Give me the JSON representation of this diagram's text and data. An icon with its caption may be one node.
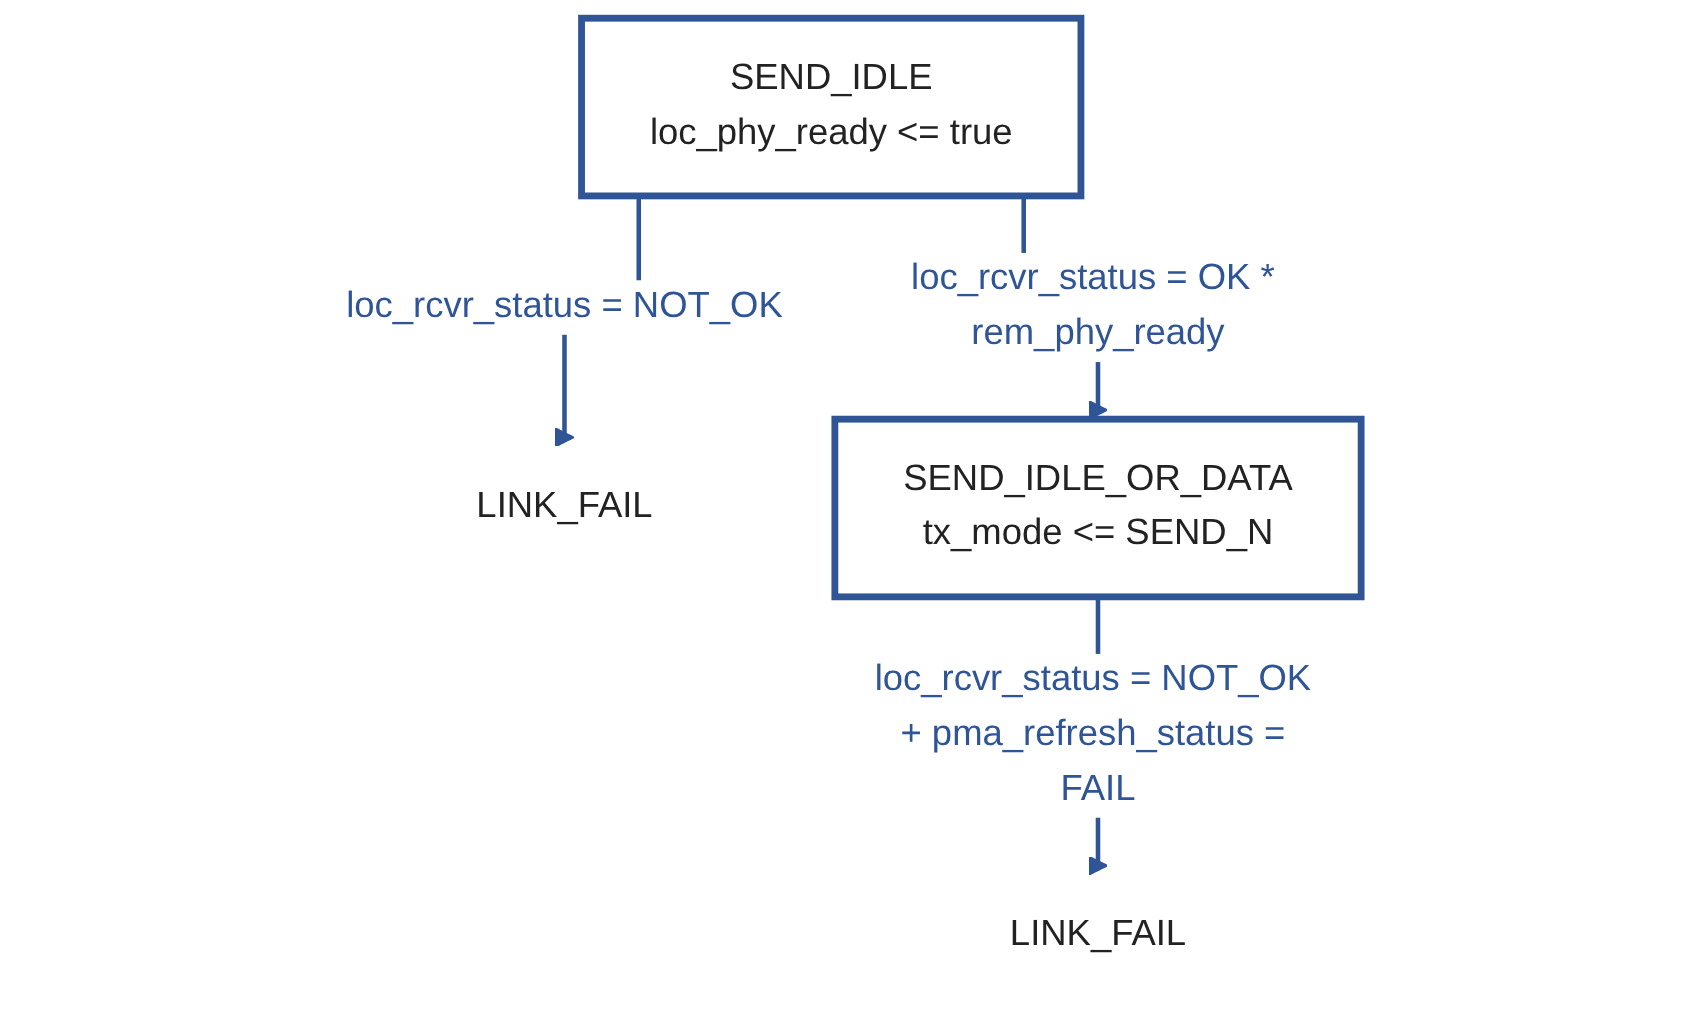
{
  "diagram": {
    "nodes": [
      {
        "text": [
          "SEND_IDLE",
          "loc_phy_ready <= true"
        ]
      },
      {
        "text": [
          "LINK_FAIL"
        ]
      },
      {
        "text": [
          "SEND_IDLE_OR_DATA",
          "tx_mode <= SEND_N"
        ]
      },
      {
        "text": [
          "LINK_FAIL"
        ]
      }
    ],
    "edges": [
      {
        "from": 0,
        "to": 1,
        "arrow": "to",
        "label": "loc_rcvr_status = NOT_OK"
      },
      {
        "from": 0,
        "to": 2,
        "arrow": "to",
        "label": "loc_rcvr_status = OK * rem_phy_ready"
      },
      {
        "from": 2,
        "to": 3,
        "arrow": "to",
        "label": "loc_rcvr_status = NOT_OK + pma_refresh_status = FAIL"
      }
    ]
  }
}
